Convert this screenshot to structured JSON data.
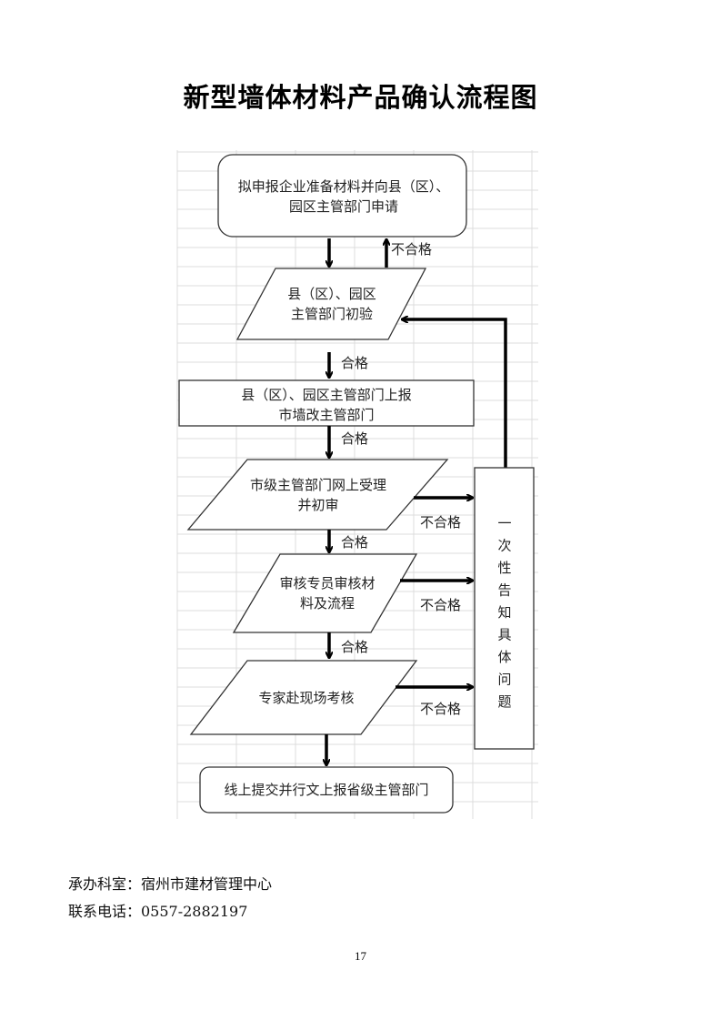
{
  "title": "新型墙体材料产品确认流程图",
  "flow": {
    "start": {
      "line1": "拟申报企业准备材料并向县（区）、",
      "line2": "园区主管部门申请"
    },
    "step1": {
      "line1": "县（区）、园区",
      "line2": "主管部门初验"
    },
    "step2": {
      "line1": "县（区）、园区主管部门上报",
      "line2": "市墙改主管部门"
    },
    "step3": {
      "line1": "市级主管部门网上受理",
      "line2": "并初审"
    },
    "step4": {
      "line1": "审核专员审核材",
      "line2": "料及流程"
    },
    "step5": {
      "line1": "专家赴现场考核"
    },
    "end": {
      "line1": "线上提交并行文上报省级主管部门"
    },
    "notice": [
      "一",
      "次",
      "性",
      "告",
      "知",
      "具",
      "体",
      "问",
      "题"
    ],
    "labels": {
      "pass": "合格",
      "fail": "不合格"
    }
  },
  "footer": {
    "office": "承办科室：宿州市建材管理中心",
    "phone": "联系电话：0557-2882197"
  },
  "page_number": "17"
}
